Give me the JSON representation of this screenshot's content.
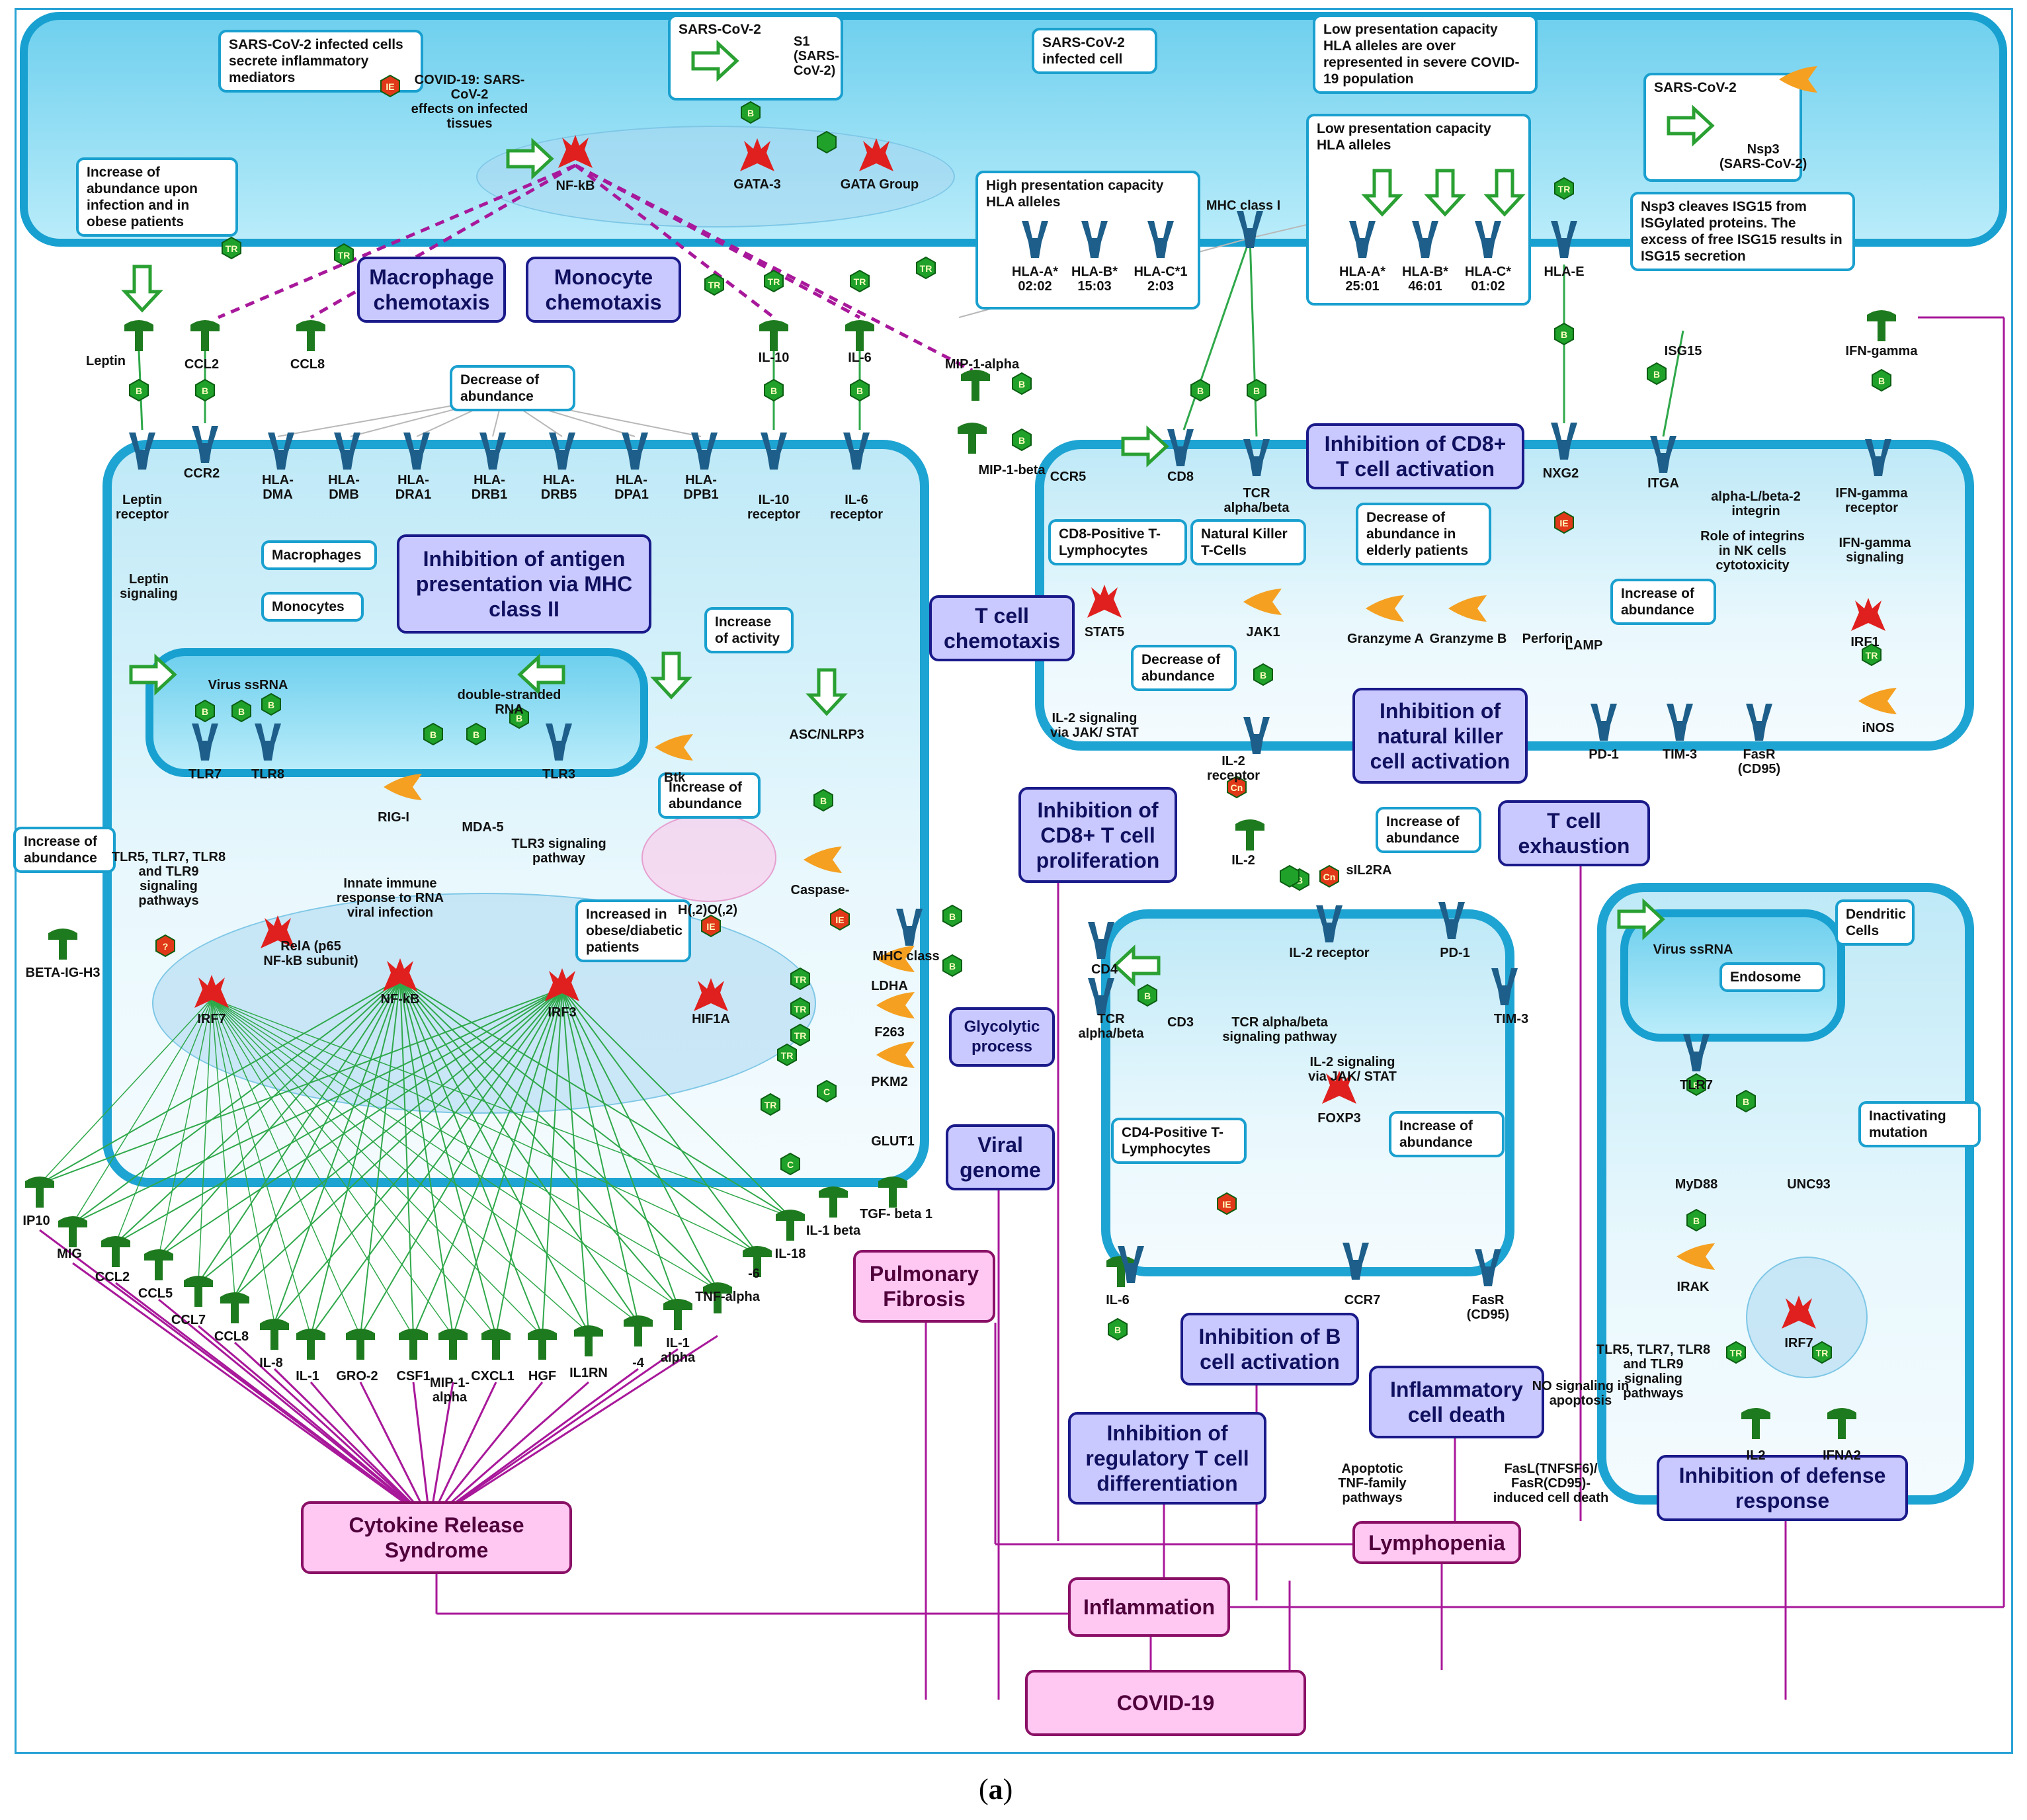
{
  "caption_letter": "a",
  "notes": {
    "infected_secrete": "SARS-CoV-2 infected cells secrete inflammatory mediators",
    "s1_box_title": "SARS-CoV-2",
    "s1_label": "S1\n(SARS-\nCoV-2)",
    "infected_cell": "SARS-CoV-2 infected cell",
    "low_overrep": "Low presentation capacity HLA alleles are over represented in severe COVID-19 population",
    "nsp3_title": "SARS-CoV-2",
    "nsp3_label": "Nsp3\n(SARS-CoV-2)",
    "nsp3_cleaves": "Nsp3 cleaves ISG15 from ISGylated proteins. The excess of free ISG15 results in ISG15 secretion",
    "increase_infection": "Increase of abundance upon infection and in obese patients",
    "high_capacity": "High presentation capacity HLA alleles",
    "low_capacity": "Low presentation capacity HLA alleles",
    "decrease_abund_1": "Decrease of abundance",
    "macrophages": "Macrophages",
    "monocytes": "Monocytes",
    "increase_activity": "Increase of activity",
    "increase_abund_1": "Increase of abundance",
    "increase_abund_left": "Increase of abundance",
    "increased_obese": "Increased in obese/diabetic patients",
    "cd8_tlymph": "CD8-Positive T-Lymphocytes",
    "nk_cells": "Natural Killer T-Cells",
    "decrease_elderly": "Decrease of abundance in elderly patients",
    "decrease_abund_2": "Decrease of abundance",
    "increase_abund_2": "Increase of abundance",
    "increase_abund_3": "Increase of abundance",
    "increase_abund_4": "Increase of abundance",
    "cd4_tlymph": "CD4-Positive T-Lymphocytes",
    "dendritic": "Dendritic Cells",
    "endosome": "Endosome",
    "inactivating": "Inactivating mutation"
  },
  "processes": {
    "macrophage_chemotaxis": "Macrophage chemotaxis",
    "monocyte_chemotaxis": "Monocyte chemotaxis",
    "inhibition_mhc2": "Inhibition of antigen presentation via MHC class II",
    "t_cell_chemotaxis": "T cell chemotaxis",
    "inhibition_cd8_activation": "Inhibition of CD8+ T cell activation",
    "inhibition_nk": "Inhibition of natural killer cell activation",
    "inhibition_cd8_prolif": "Inhibition of CD8+ T cell proliferation",
    "t_cell_exhaustion": "T cell exhaustion",
    "glycolytic": "Glycolytic process",
    "viral_genome": "Viral genome",
    "inhibition_b": "Inhibition of B cell activation",
    "inflammatory_death": "Inflammatory cell death",
    "inhibition_treg": "Inhibition of regulatory T cell differentiation",
    "inhibition_defense": "Inhibition of defense response"
  },
  "diseases": {
    "pulmonary_fibrosis": "Pulmonary Fibrosis",
    "cytokine_release": "Cytokine Release Syndrome",
    "lymphopenia": "Lymphopenia",
    "inflammation": "Inflammation",
    "covid19": "COVID-19"
  },
  "labels": {
    "covid_effects": "COVID-19: SARS-CoV-2\neffects on infected tissues",
    "nfkb_top": "NF-kB",
    "gata3": "GATA-3",
    "gata_group": "GATA Group",
    "mhc1_top": "MHC class I",
    "hla_a0202": "HLA-A*\n02:02",
    "hla_b1503": "HLA-B*\n15:03",
    "hla_c1203": "HLA-C*1\n2:03",
    "hla_a2501": "HLA-A*\n25:01",
    "hla_b4601": "HLA-B*\n46:01",
    "hla_c0102": "HLA-C*\n01:02",
    "hla_e": "HLA-E",
    "isg15": "ISG15",
    "ifn_gamma": "IFN-gamma",
    "leptin": "Leptin",
    "ccl2_top": "CCL2",
    "ccl8_top": "CCL8",
    "il10": "IL-10",
    "il6_top": "IL-6",
    "mip1a_top": "MIP-1-alpha",
    "mip1b": "MIP-1-beta",
    "leptin_receptor": "Leptin\nreceptor",
    "ccr2": "CCR2",
    "hla_dma": "HLA-\nDMA",
    "hla_dmb": "HLA-\nDMB",
    "hla_dra1": "HLA-\nDRA1",
    "hla_drb1": "HLA-\nDRB1",
    "hla_drb5": "HLA-\nDRB5",
    "hla_dpa1": "HLA-\nDPA1",
    "hla_dpb1": "HLA-\nDPB1",
    "il10_receptor": "IL-10\nreceptor",
    "il6_receptor": "IL-6\nreceptor",
    "ccr5": "CCR5",
    "cd8": "CD8",
    "tcr_ab_1": "TCR\nalpha/beta",
    "nxg2": "NXG2",
    "itga": "ITGA",
    "alpha_l": "alpha-L/beta-2\nintegrin",
    "ifn_gamma_receptor": "IFN-gamma\nreceptor",
    "leptin_signaling": "Leptin\nsignaling",
    "virus_ssrna": "Virus ssRNA",
    "ds_rna": "double-stranded RNA",
    "tlr7": "TLR7",
    "tlr8": "TLR8",
    "rig1": "RIG-I",
    "mda5": "MDA-5",
    "tlr3": "TLR3",
    "btk": "Btk",
    "asc_nlrp3": "ASC/NLRP3",
    "tlr_pathways_1": "TLR5, TLR7, TLR8\nand TLR9 signaling\npathways",
    "tlr3_signaling": "TLR3 signaling\npathway",
    "innate_immune": "Innate immune\nresponse to RNA\nviral infection",
    "h2o2": "H(,2)O(,2)",
    "caspase": "Caspase-",
    "mhc_class_mid": "MHC class",
    "beta_ig_h3": "BETA-IG-H3",
    "rela": "RelA (p65\nNF-kB subunit)",
    "irf7_left": "IRF7",
    "nfkb_mid": "NF-kB",
    "irf3": "IRF3",
    "hif1a": "HIF1A",
    "ldha": "LDHA",
    "f263": "F263",
    "pkm2": "PKM2",
    "glut1": "GLUT1",
    "stat5": "STAT5",
    "jak1": "JAK1",
    "granzyme_a": "Granzyme A",
    "granzyme_b": "Granzyme B",
    "perforin": "Perforin",
    "lamp": "LAMP",
    "integrin_nk": "Role of integrins\nin NK cells\ncytotoxicity",
    "ifn_gamma_signaling": "IFN-gamma\nsignaling",
    "irf1": "IRF1",
    "il2_jakstat_1": "IL-2 signaling\nvia JAK/ STAT",
    "il2_receptor_1": "IL-2\nreceptor",
    "pd1_1": "PD-1",
    "tim3_1": "TIM-3",
    "fasr_1": "FasR\n(CD95)",
    "inos": "iNOS",
    "il2": "IL-2",
    "sil2ra": "sIL2RA",
    "il2_receptor_2": "IL-2 receptor",
    "pd1_2": "PD-1",
    "tim3_2": "TIM-3",
    "cd4": "CD4",
    "tcr_ab_2": "TCR\nalpha/beta",
    "cd3": "CD3",
    "tcr_signaling": "TCR alpha/beta\nsignaling pathway",
    "il2_jakstat_2": "IL-2 signaling\nvia JAK/ STAT",
    "foxp3": "FOXP3",
    "il6_bottom": "IL-6",
    "ccr7": "CCR7",
    "fasr_2": "FasR\n(CD95)",
    "no_signaling": "NO signaling in\napoptosis",
    "apoptotic_tnf": "Apoptotic\nTNF-family\npathways",
    "fasl": "FasL(TNFSF6)/\nFasR(CD95)-\ninduced cell death",
    "virus_ssrna_dc": "Virus ssRNA",
    "tlr7_dc": "TLR7",
    "myd88": "MyD88",
    "unc93": "UNC93",
    "irak": "IRAK",
    "tlr_pathways_2": "TLR5, TLR7, TLR8\nand TLR9 signaling\npathways",
    "irf7_dc": "IRF7",
    "il2_dc": "IL2",
    "ifna2": "IFNA2",
    "ip10": "IP10",
    "mig": "MIG",
    "ccl2_bottom": "CCL2",
    "ccl5": "CCL5",
    "ccl7": "CCL7",
    "ccl8_bottom": "CCL8",
    "il8": "IL-8",
    "il1": "IL-1",
    "gro2": "GRO-2",
    "csf1": "CSF1",
    "mip1a_bottom": "MIP-1-\nalpha",
    "cxcl1": "CXCL1",
    "hgf": "HGF",
    "il1rn": "IL1RN",
    "il4": "-4",
    "il1_alpha": "IL-1\nalpha",
    "tnf_alpha": "TNF-alpha",
    "il6_bot2": "-6",
    "il18": "IL-18",
    "il1_beta": "IL-1 beta",
    "tgf_beta": "TGF- beta 1"
  },
  "colors": {
    "process_fill": "#c9c9ff",
    "process_border": "#1a1a8a",
    "disease_fill": "#ffc8f3",
    "disease_border": "#8a1066",
    "membrane": "#1ea4d2",
    "ligand": "#1e7a1e",
    "receptor": "#1d5f8a",
    "tf": "#e0201e",
    "enzyme": "#f5a021",
    "edge_green": "#2fa84a",
    "edge_purple": "#a8189a"
  },
  "icons": [
    "hexagon-badge",
    "receptor-glyph",
    "ligand-glyph",
    "transcription-factor-glyph",
    "enzyme-glyph",
    "arrow-outline"
  ]
}
